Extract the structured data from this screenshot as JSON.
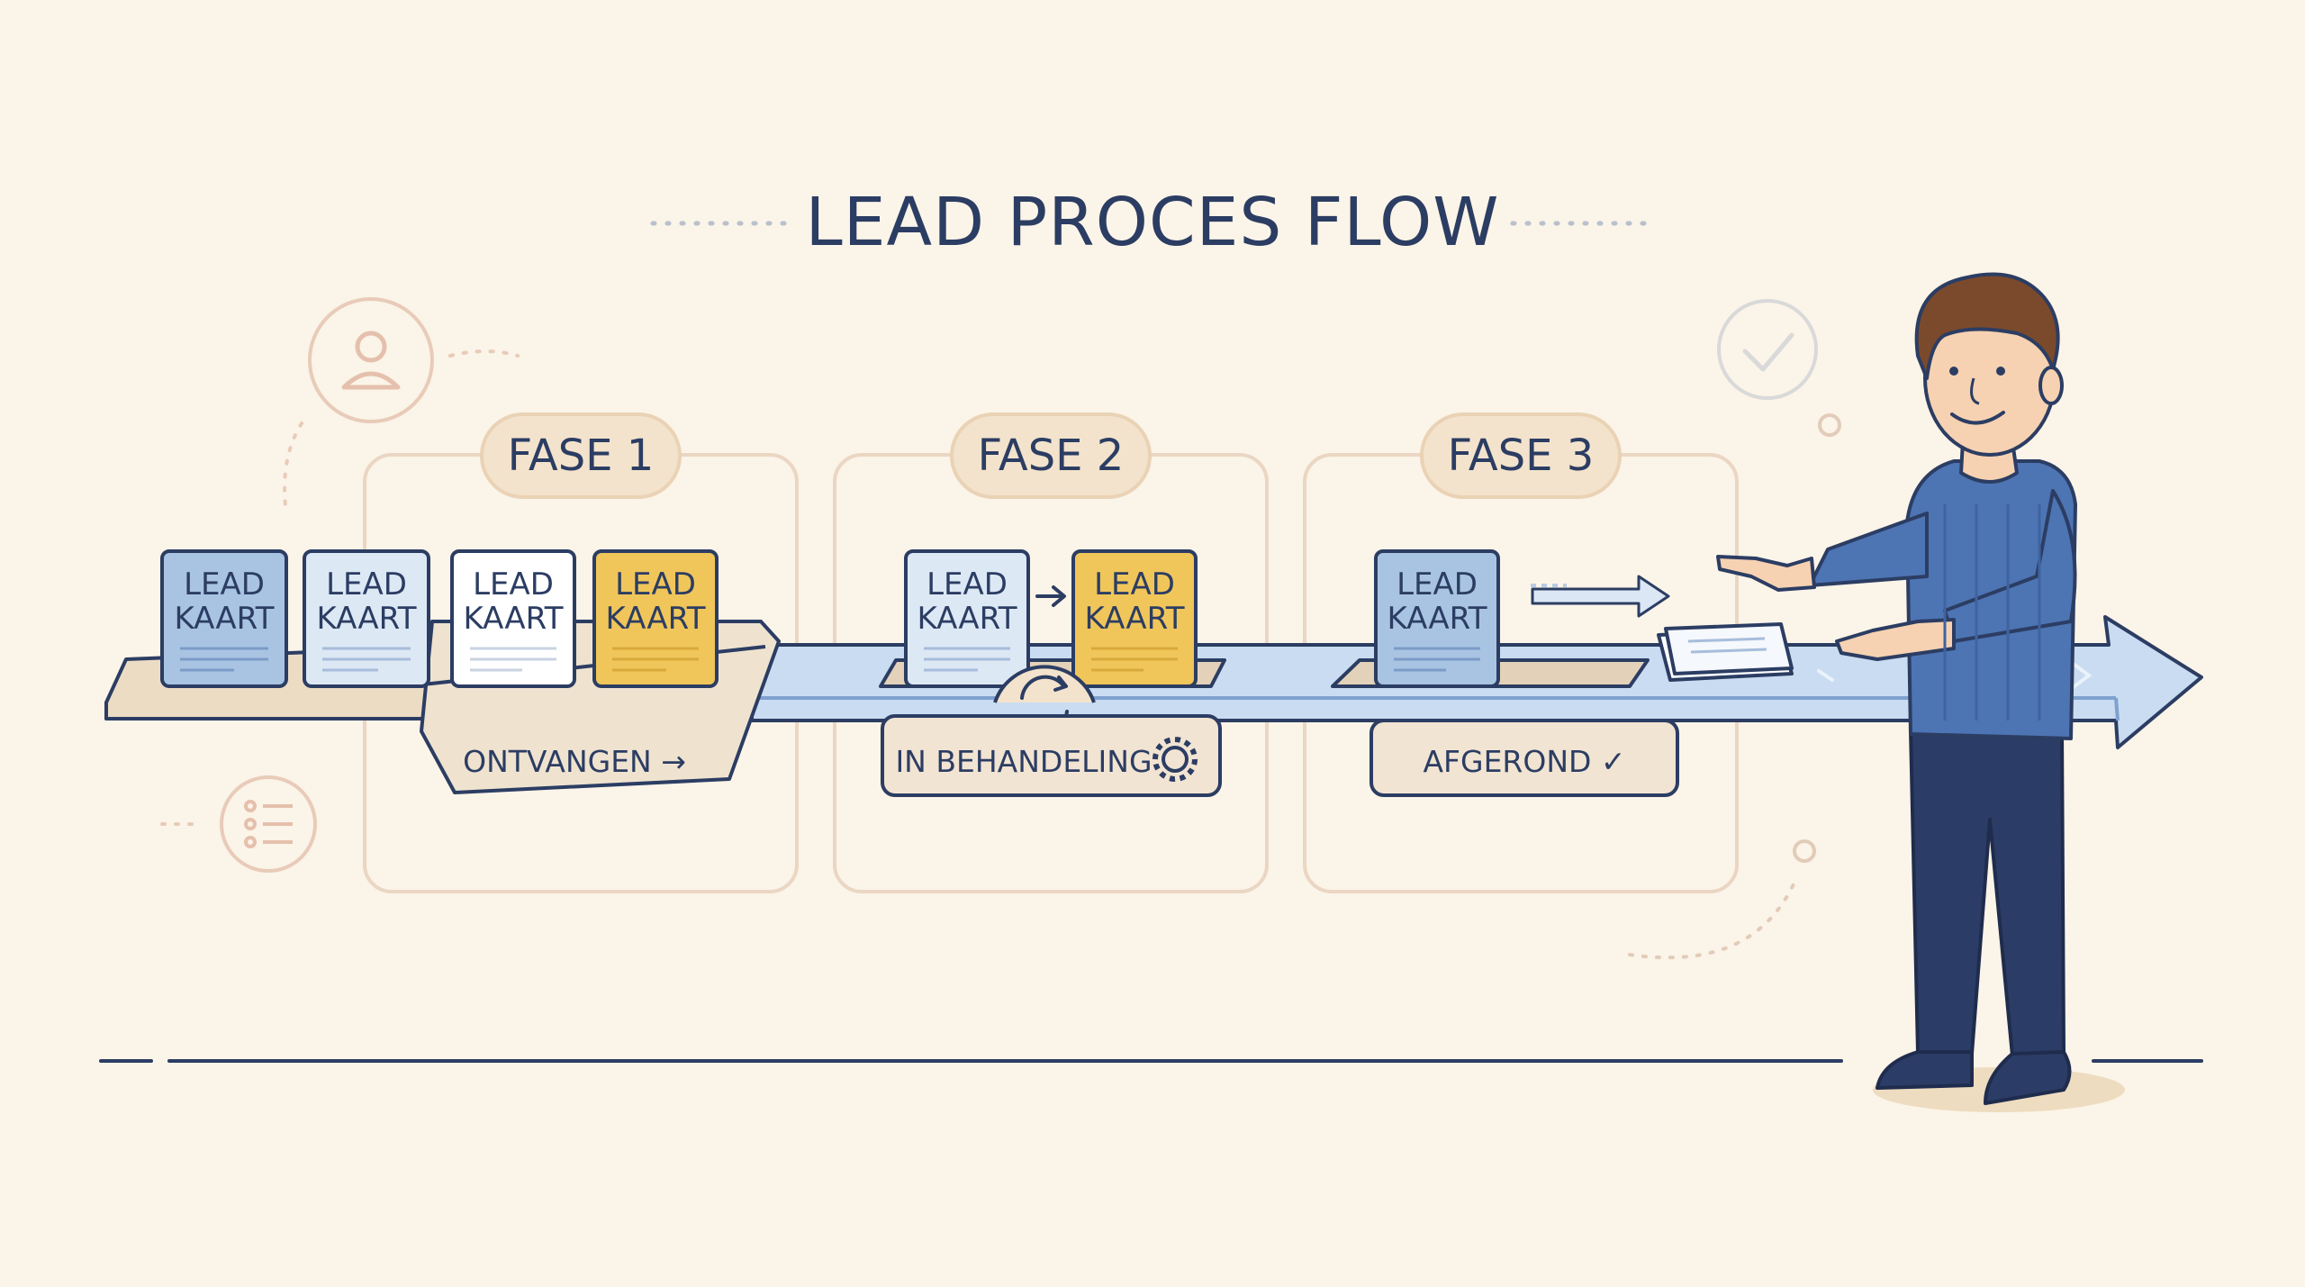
{
  "title": "LEAD PROCES FLOW",
  "card_label_line1": "LEAD",
  "card_label_line2": "KAART",
  "phases": [
    {
      "label": "FASE 1",
      "status": "ONTVANGEN →"
    },
    {
      "label": "FASE 2",
      "status": "IN BEHANDELING"
    },
    {
      "label": "FASE 3",
      "status": "AFGEROND ✓"
    }
  ],
  "colors": {
    "background": "#fbf4e8",
    "ink": "#2c3d63",
    "card_blue": "#a9c4e2",
    "card_light_blue": "#dde8f5",
    "card_white": "#ffffff",
    "card_yellow": "#f0c65a",
    "belt_blue": "#c9dcf1",
    "tray": "#efe3d0",
    "pill": "#f3e3cc",
    "sweater": "#4d74b3",
    "pants": "#2b3d66",
    "hair": "#7b4a2c",
    "skin": "#f6d2b2"
  },
  "icons": [
    "user-icon",
    "list-icon",
    "check-circle-icon",
    "refresh-icon",
    "gear-icon",
    "arrow-icon"
  ]
}
